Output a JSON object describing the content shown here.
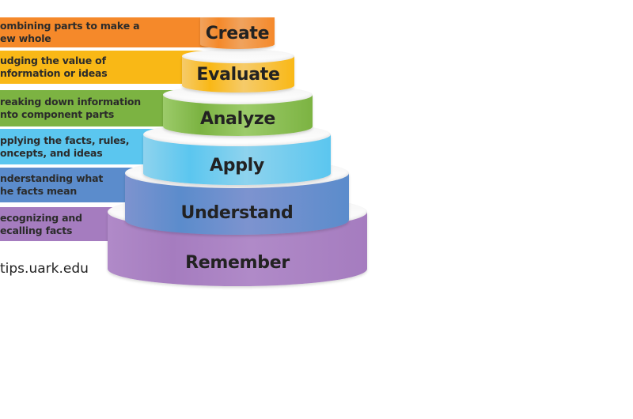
{
  "diagram": {
    "levels": [
      {
        "name": "Create",
        "description": [
          "ombining parts to make a",
          "ew whole"
        ],
        "color": "#f5892a",
        "tier_color": "#f0a35e"
      },
      {
        "name": "Evaluate",
        "description": [
          "udging the value of",
          "nformation or ideas"
        ],
        "color": "#f9b816",
        "tier_color": "#f6cb6a"
      },
      {
        "name": "Analyze",
        "description": [
          "reaking down information",
          "nto component parts"
        ],
        "color": "#7cb342",
        "tier_color": "#9ccb6a"
      },
      {
        "name": "Apply",
        "description": [
          "pplying the facts, rules,",
          "oncepts, and ideas"
        ],
        "color": "#5bc6ef",
        "tier_color": "#8ed3ee"
      },
      {
        "name": "Understand",
        "description": [
          "nderstanding what",
          "he facts mean"
        ],
        "color": "#5b8ccc",
        "tier_color": "#7d93cf"
      },
      {
        "name": "Remember",
        "description": [
          "ecognizing and",
          "ecalling facts"
        ],
        "color": "#a57cbf",
        "tier_color": "#b08ac8"
      }
    ],
    "source": "tips.uark.edu"
  }
}
